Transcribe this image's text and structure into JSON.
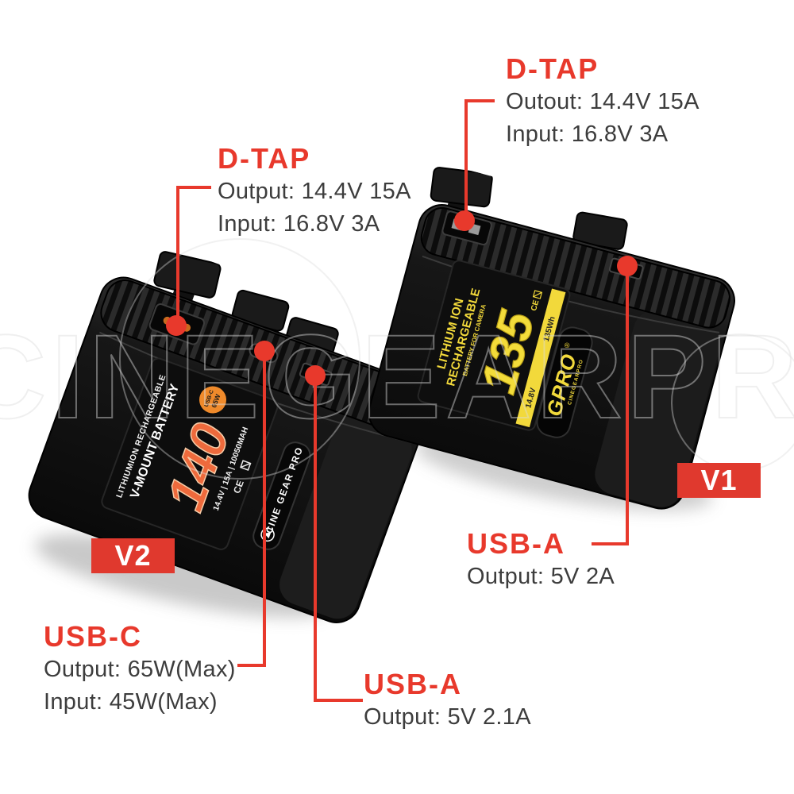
{
  "accent_color": "#E8392C",
  "watermark_text": "CINEGEARPRO",
  "badges": {
    "v1": "V1",
    "v2": "V2"
  },
  "callouts": {
    "dtap_v1": {
      "title": "D-TAP",
      "line1": "Outout: 14.4V 15A",
      "line2": "Input: 16.8V 3A"
    },
    "dtap_v2": {
      "title": "D-TAP",
      "line1": "Output: 14.4V 15A",
      "line2": "Input: 16.8V 3A"
    },
    "usba_v1": {
      "title": "USB-A",
      "line1": "Output: 5V 2A"
    },
    "usbc_v2": {
      "title": "USB-C",
      "line1": "Output: 65W(Max)",
      "line2": "Input: 45W(Max)"
    },
    "usba_v2": {
      "title": "USB-A",
      "line1": "Output: 5V 2.1A"
    }
  },
  "battery_v2": {
    "label_small": "LITHIUMION RECHARGEABLE",
    "label_type": "V-MOUNT BATTERY",
    "capacity": "140",
    "badge_line1": "USB-C",
    "badge_line2": "65W",
    "specs": "14.4V | 15A | 10050MAH",
    "cert": "CE",
    "brand": "CINE GEAR PRO"
  },
  "battery_v1": {
    "label_line1": "LITHIUM ION",
    "label_line2": "RECHARGEABLE",
    "label_line3": "BATTERY FOR CAMERA",
    "capacity": "135",
    "specs_v": "14.8V",
    "specs_wh": "135Wh",
    "cert": "CE",
    "brand": "GPRO",
    "brand_reg": "®",
    "brand_sub": "CINEGEARPRO"
  }
}
